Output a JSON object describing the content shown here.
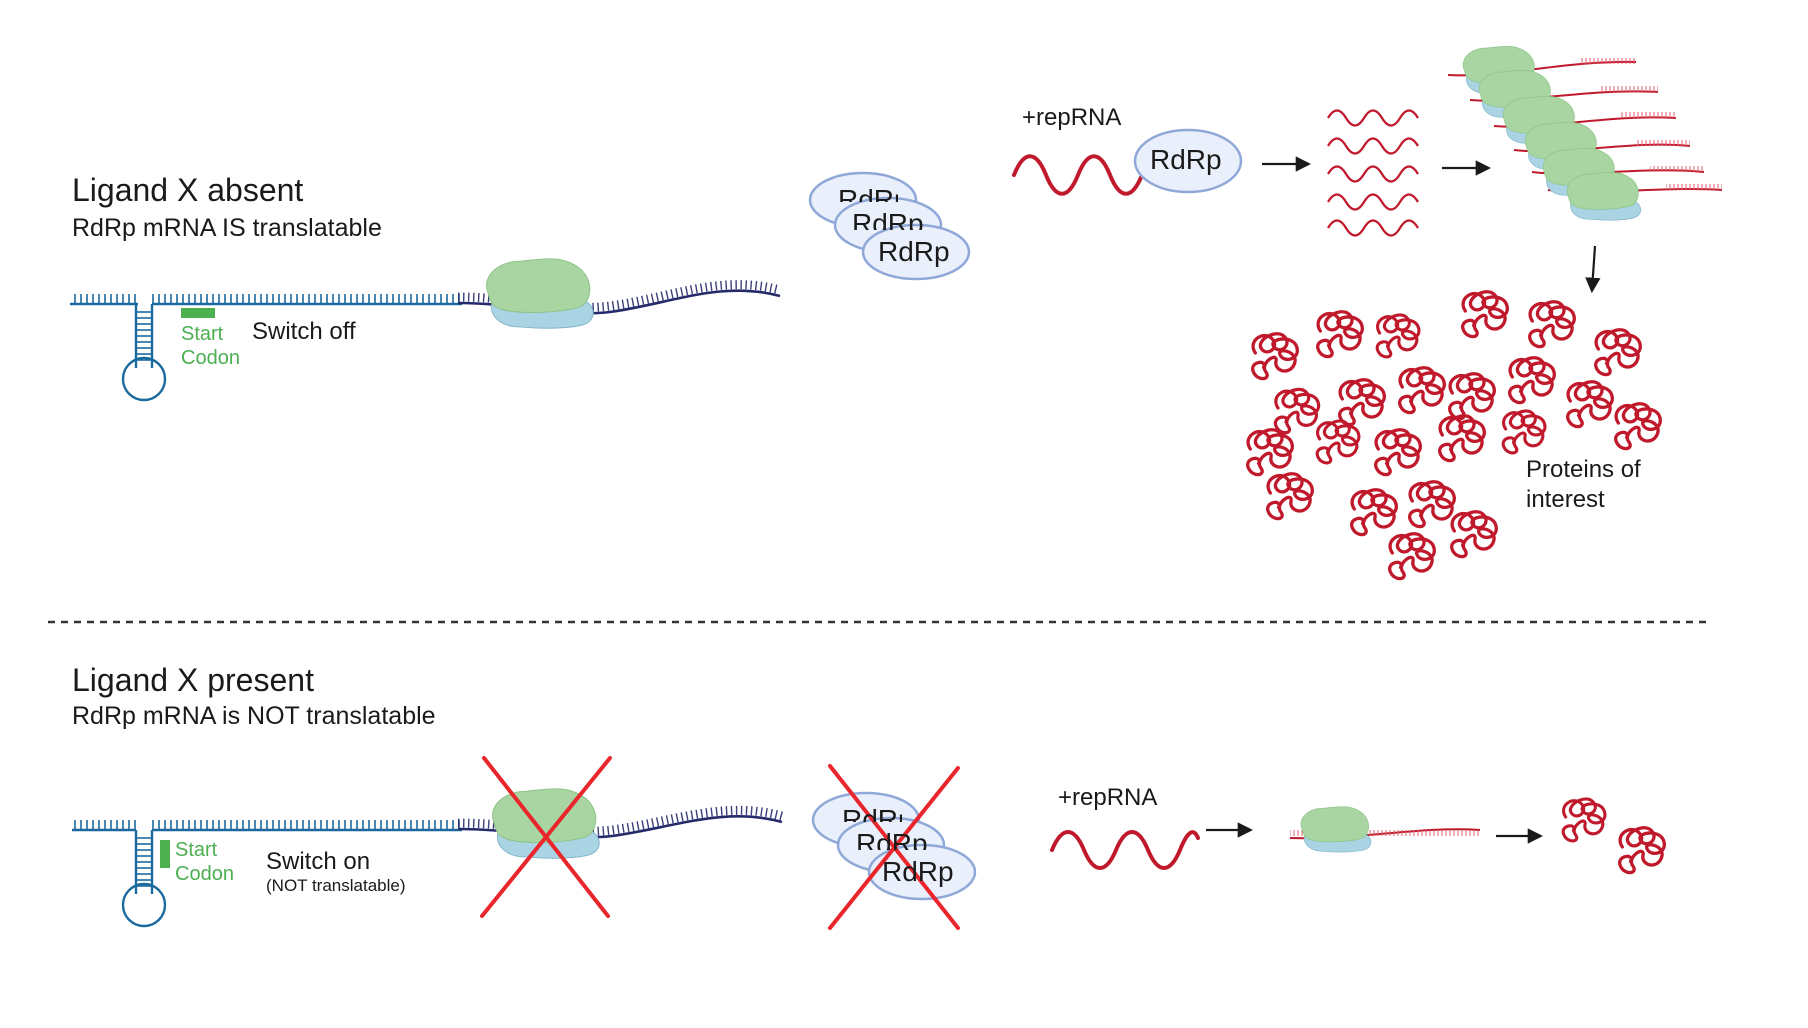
{
  "top": {
    "title": "Ligand X absent",
    "subtitle": "RdRp mRNA IS translatable",
    "start_label": "Start",
    "codon_label": "Codon",
    "switch_text": "Switch off",
    "rdrp_labels": [
      "RdRp",
      "RdRp",
      "RdRp"
    ],
    "reprna_label": "+repRNA",
    "rdrp_enzyme_label": "RdRp",
    "proteins_line1": "Proteins of",
    "proteins_line2": "interest"
  },
  "bottom": {
    "title": "Ligand X present",
    "subtitle": "RdRp mRNA is NOT translatable",
    "start_label": "Start",
    "codon_label": "Codon",
    "switch_text": "Switch on",
    "switch_note": "(NOT translatable)",
    "rdrp_labels": [
      "RdRp",
      "RdRp",
      "RdRp"
    ],
    "reprna_label": "+repRNA"
  },
  "colors": {
    "rna_blue": "#1a6aa0",
    "mrna_navy": "#252a6a",
    "ribosome_green": "#a8d5a2",
    "ribosome_blue": "#aad4e4",
    "rna_red": "#c0192b",
    "cross_red": "#e8262b",
    "start_green": "#4caf50"
  }
}
